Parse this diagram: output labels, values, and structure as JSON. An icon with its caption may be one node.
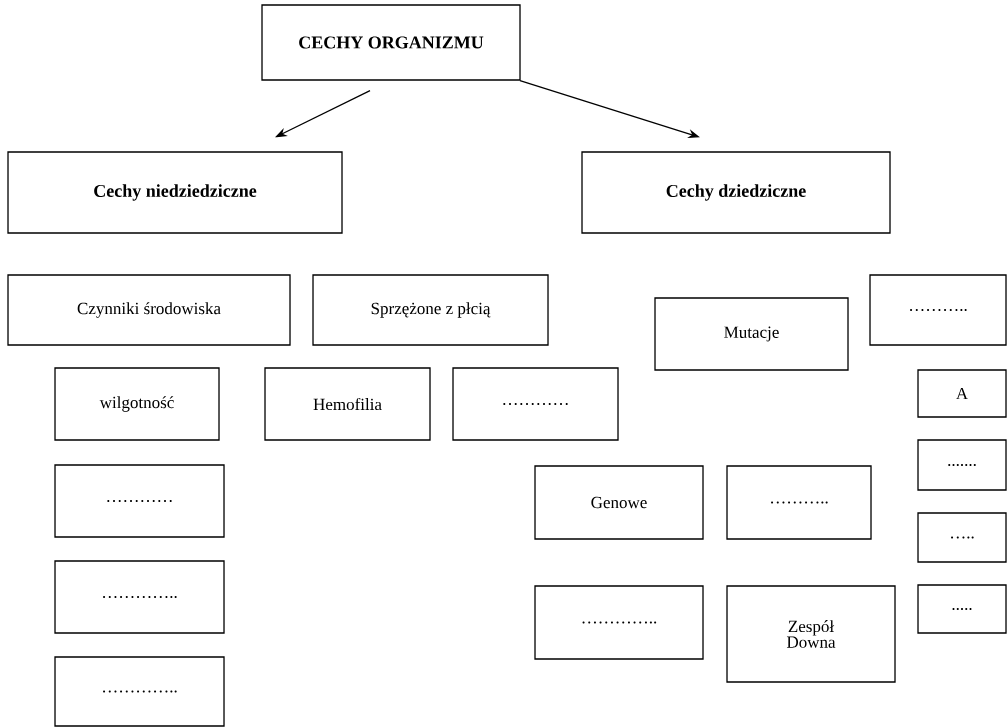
{
  "diagram": {
    "nodes": [
      {
        "text": [
          "CECHY ORGANIZMU"
        ]
      },
      {
        "text": [
          "Cechy niedziedziczne"
        ]
      },
      {
        "text": [
          "Cechy dziedziczne"
        ]
      },
      {
        "text": [
          "Czynniki środowiska"
        ]
      },
      {
        "text": [
          "Sprzężone z płcią"
        ]
      },
      {
        "text": [
          "……….."
        ]
      },
      {
        "text": [
          "Mutacje"
        ]
      },
      {
        "text": [
          "wilgotność"
        ]
      },
      {
        "text": [
          "Hemofilia"
        ]
      },
      {
        "text": [
          "…………"
        ]
      },
      {
        "text": [
          "A"
        ]
      },
      {
        "text": [
          "......."
        ]
      },
      {
        "text": [
          "…………"
        ]
      },
      {
        "text": [
          "Genowe"
        ]
      },
      {
        "text": [
          "……….."
        ]
      },
      {
        "text": [
          "….."
        ]
      },
      {
        "text": [
          "………….."
        ]
      },
      {
        "text": [
          "....."
        ]
      },
      {
        "text": [
          "………….."
        ]
      },
      {
        "text": [
          "Zespół Downa"
        ]
      },
      {
        "text": [
          "………….."
        ]
      }
    ],
    "edges": [
      {
        "from": 0,
        "to": 1,
        "arrow": "to"
      },
      {
        "from": 0,
        "to": 2,
        "arrow": "to"
      }
    ]
  }
}
